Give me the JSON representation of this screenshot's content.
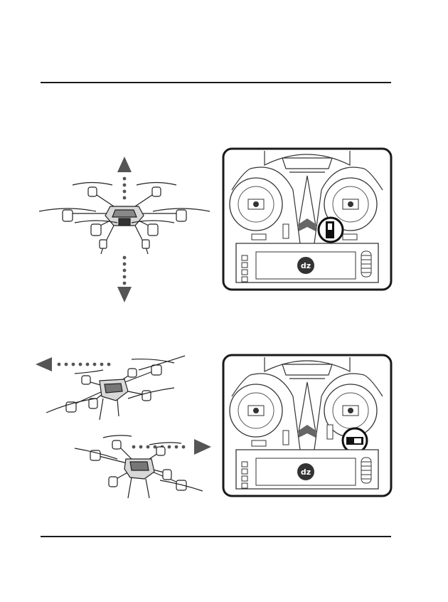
{
  "page": {
    "top_rule": "",
    "bottom_rule": ""
  },
  "sections": [
    {
      "id": "throttle-trim",
      "illustration": "hexacopter-vertical-movement",
      "arrows": [
        "arrow-up-icon",
        "arrow-down-icon"
      ],
      "highlighted_control": "throttle-trim-switch",
      "controller_logo": "dz"
    },
    {
      "id": "direction-trim",
      "illustration": "hexacopter-lateral-movement",
      "arrows": [
        "arrow-left-icon",
        "arrow-right-icon"
      ],
      "highlighted_control": "direction-trim-switch",
      "controller_logo": "dz"
    }
  ],
  "colors": {
    "line": "#1a1a1a",
    "arrow": "#555555",
    "highlight": "#111111"
  }
}
